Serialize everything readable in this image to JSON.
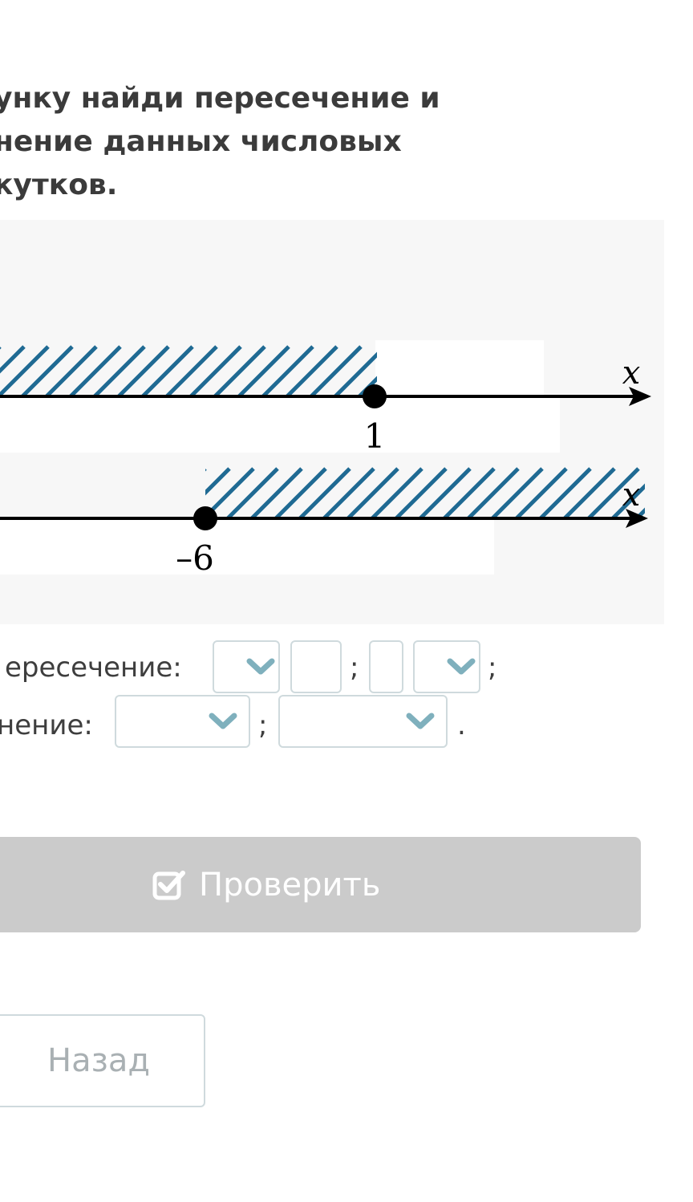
{
  "task": {
    "lines": [
      "унку найди пересечение и",
      "нение данных числовых",
      "кутков."
    ]
  },
  "figure": {
    "line1": {
      "axis_label": "x",
      "point_label": "1",
      "point_value": 1,
      "shaded": "left",
      "point_closed": true
    },
    "line2": {
      "axis_label": "x",
      "point_label": "–6",
      "point_value": -6,
      "shaded": "right",
      "point_closed": true
    },
    "colors": {
      "hatch": "#1f6a93",
      "axis": "#000000",
      "background": "#f7f7f7"
    }
  },
  "answers": {
    "intersection": {
      "label": "ересечение:",
      "separator": ";",
      "end": ";"
    },
    "union": {
      "label": "нение:",
      "separator": ";",
      "end": "."
    }
  },
  "buttons": {
    "check_label": "Проверить",
    "back_label": "Назад"
  },
  "icons": {
    "check": "checkbox-check-icon",
    "dropdown": "chevron-down-icon"
  }
}
